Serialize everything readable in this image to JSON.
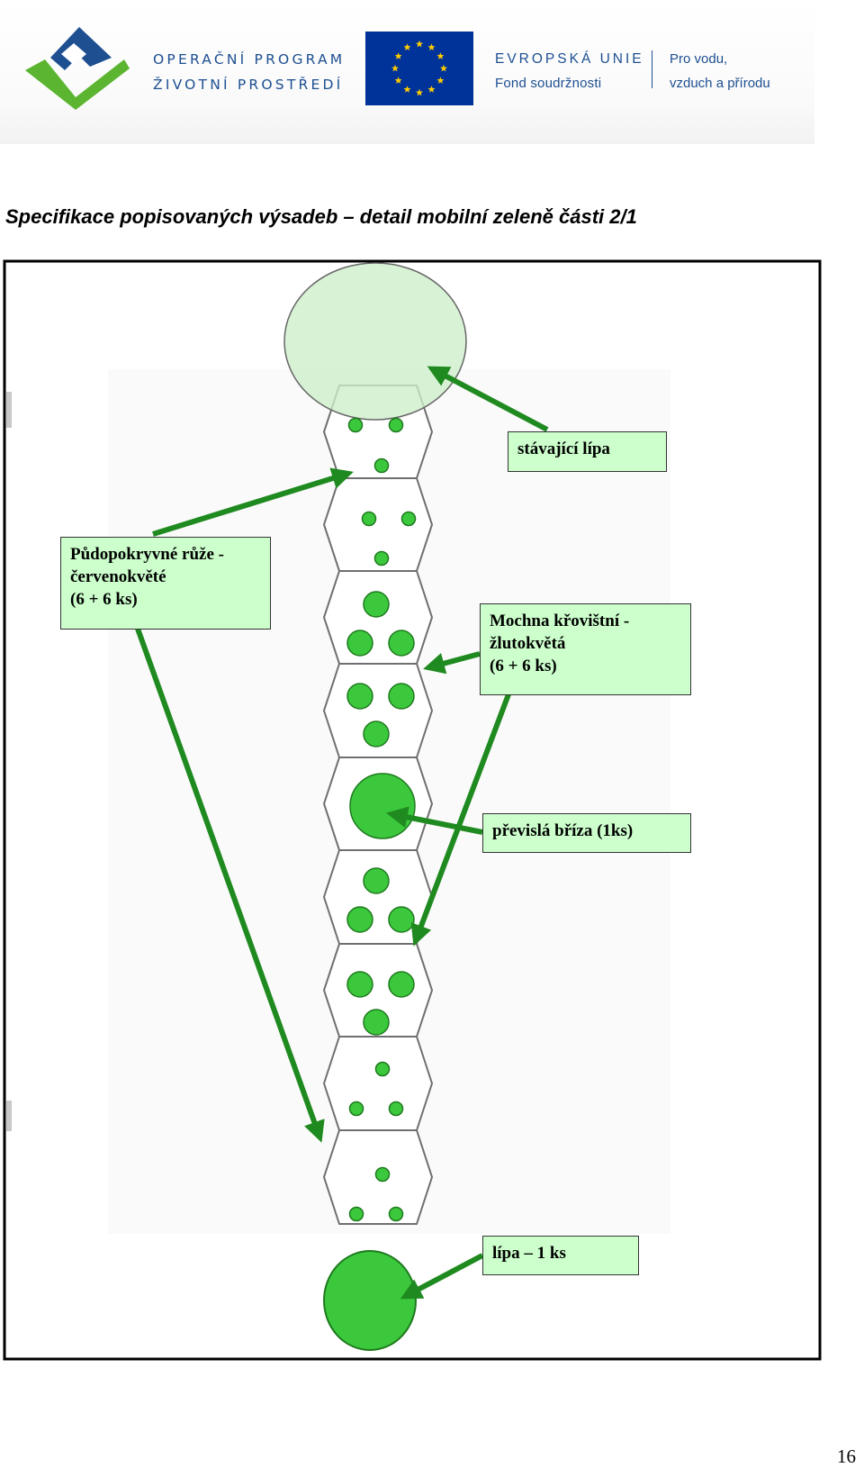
{
  "header": {
    "op_line1": "OPERAČNÍ PROGRAM",
    "op_line2": "ŽIVOTNÍ PROSTŘEDÍ",
    "eu_title": "EVROPSKÁ UNIE",
    "eu_fund": "Fond soudržnosti",
    "slogan_line1": "Pro vodu,",
    "slogan_line2": "vzduch a přírodu"
  },
  "title": "Specifikace popisovaných výsadeb – detail mobilní zeleně části 2/1",
  "labels": {
    "existing_linden": "stávající lípa",
    "roses_line1": "Půdopokryvné růže -",
    "roses_line2": "červenokvěté",
    "roses_line3": "(6 + 6 ks)",
    "cinquefoil_line1": "Mochna křovištní -",
    "cinquefoil_line2": "žlutokvětá",
    "cinquefoil_line3": "(6 + 6 ks)",
    "birch": "převislá bříza (1ks)",
    "linden": "lípa – 1 ks"
  },
  "colors": {
    "existing_tree_fill": "#cdeecb",
    "planting_fill": "#3cc83c",
    "planting_stroke": "#1e7a1e",
    "arrow": "#1f8a1f",
    "label_fill": "#ccffcc",
    "brand_blue": "#1d4f91",
    "brand_green": "#5cb531",
    "eu_blue": "#003399",
    "eu_star": "#ffcc00"
  },
  "icons": {
    "op_logo": "op-zp-logo",
    "eu_flag": "eu-flag-icon"
  },
  "page_number": "16"
}
